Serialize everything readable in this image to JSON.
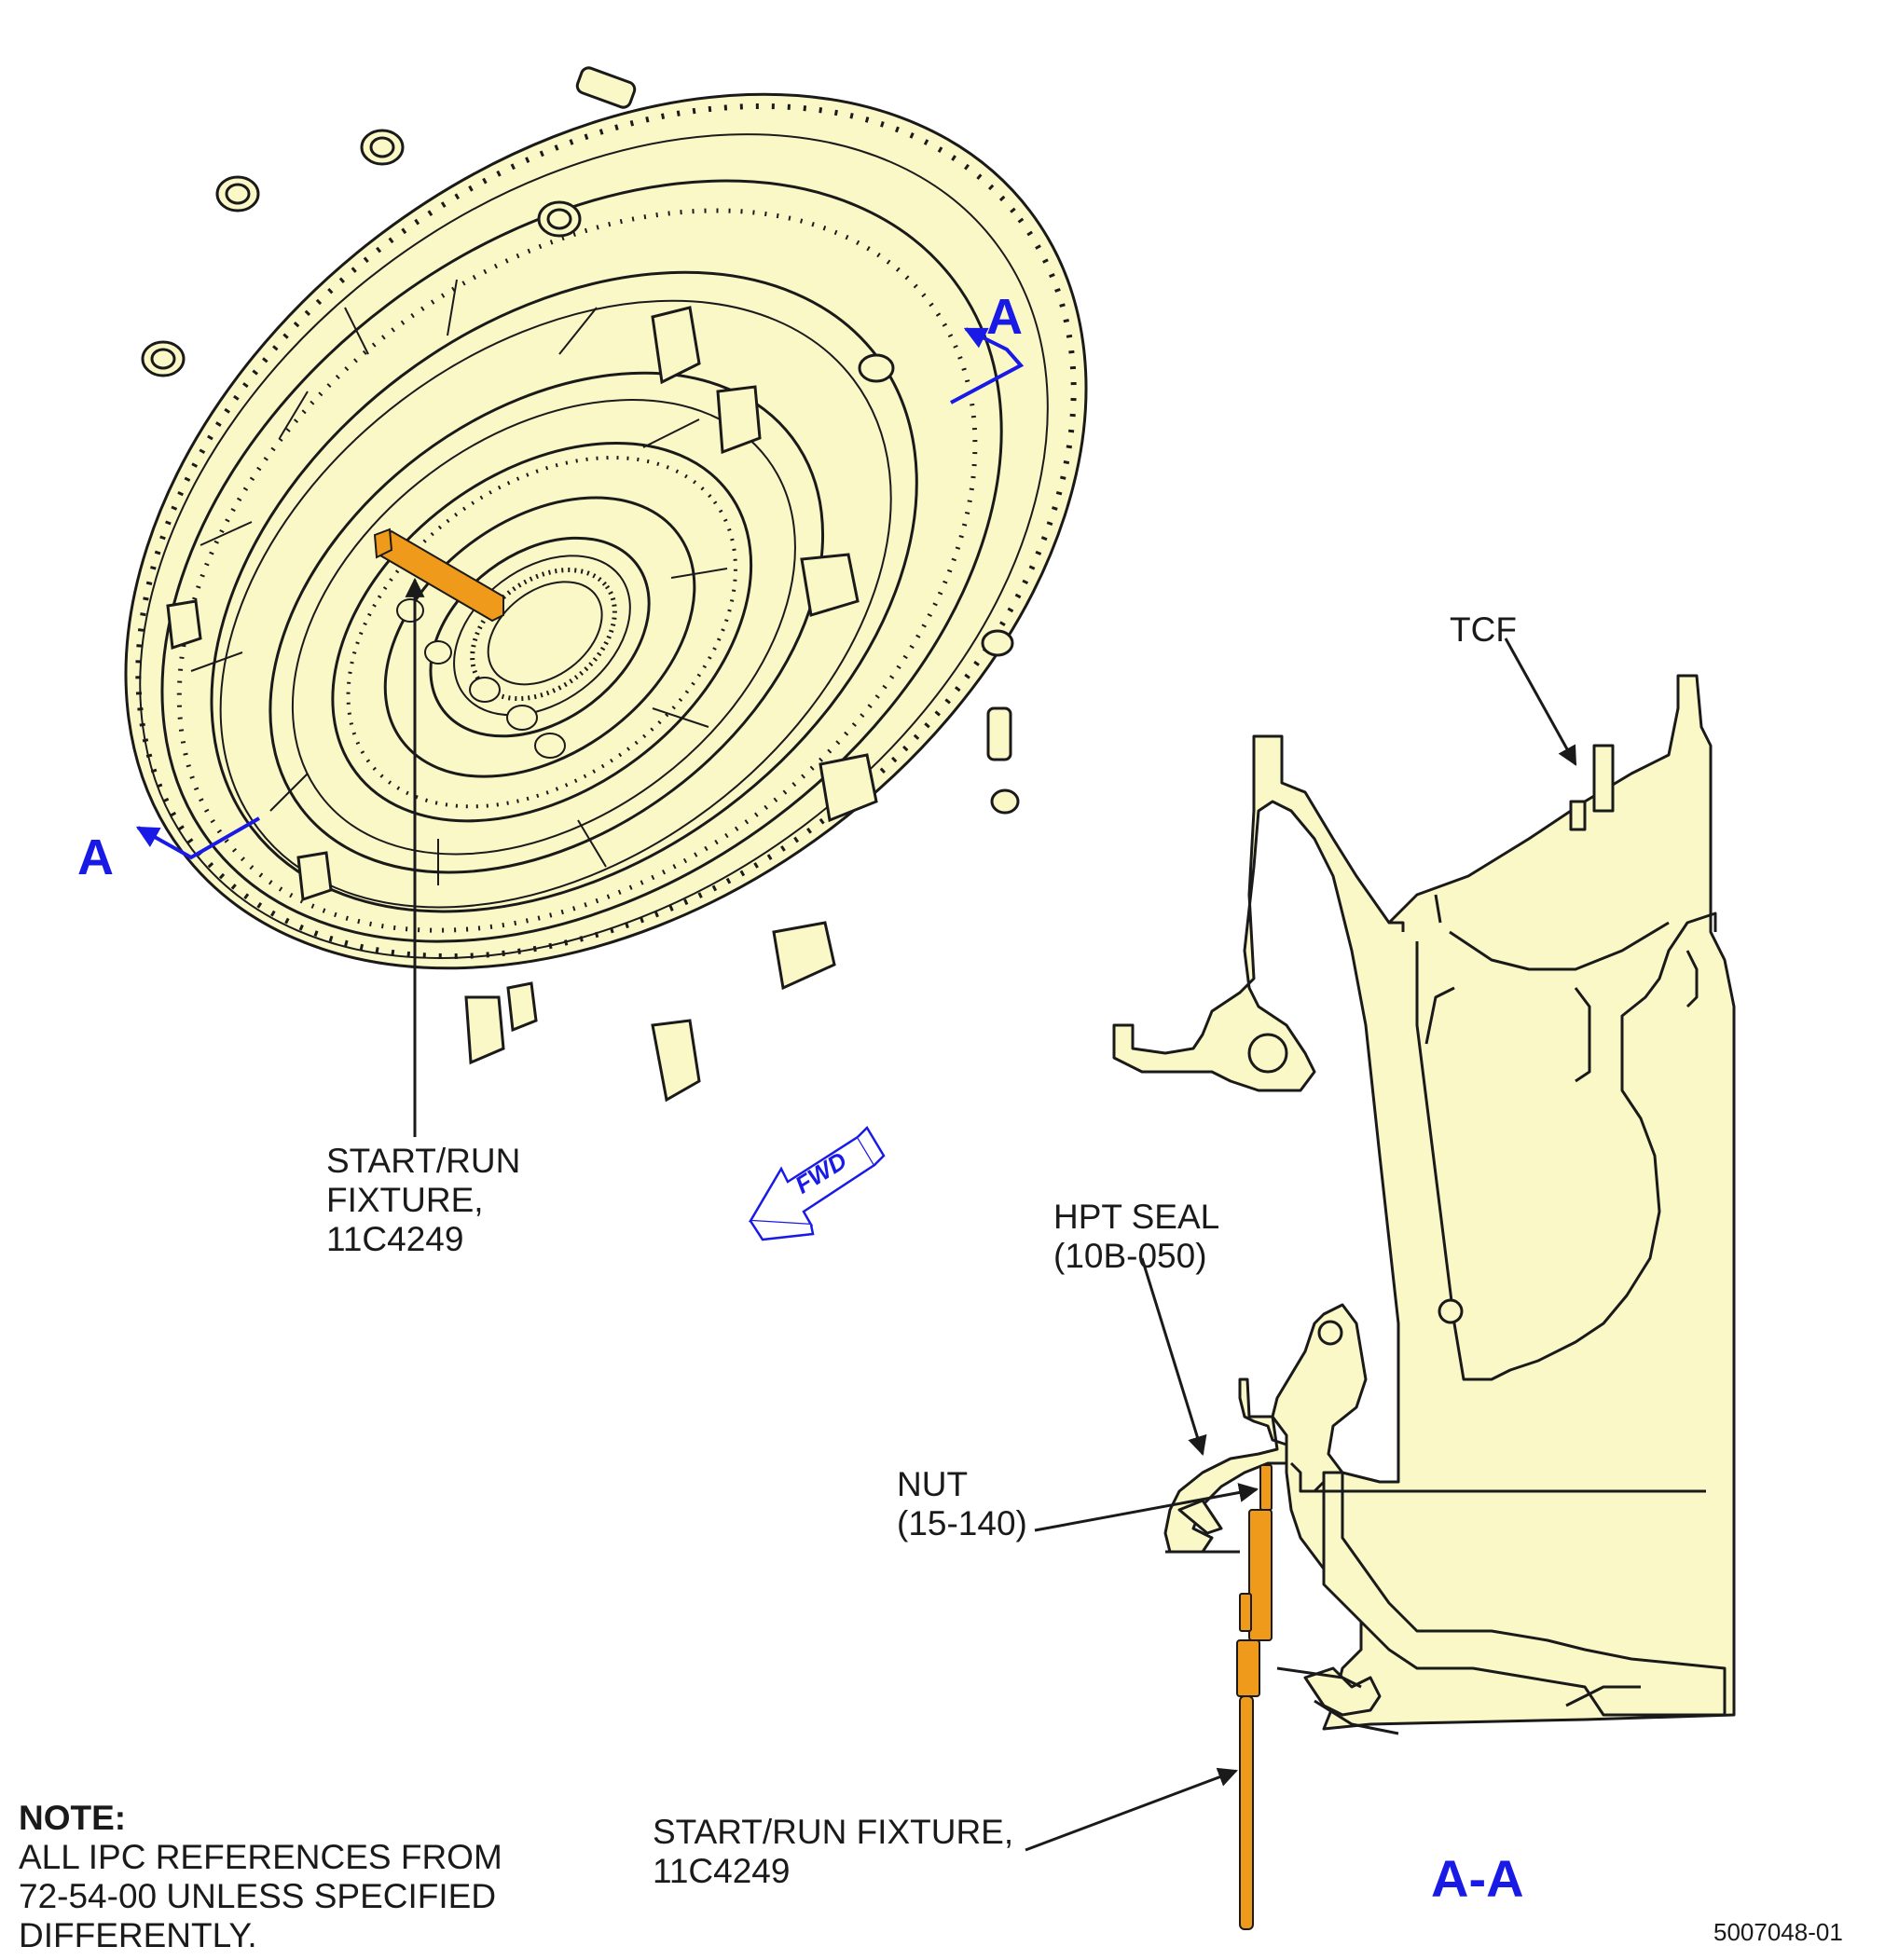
{
  "colors": {
    "part_fill": "#fbf8c8",
    "fixture": "#ef9a1b",
    "section_marker": "#1a1ae6",
    "line": "#1a1a1a"
  },
  "labels": {
    "tcf": "TCF",
    "hpt_seal": [
      "HPT SEAL",
      "(10B-050)"
    ],
    "nut": [
      "NUT",
      "(15-140)"
    ],
    "fixture_iso": [
      "START/RUN",
      "FIXTURE,",
      "11C4249"
    ],
    "fixture_section": [
      "START/RUN FIXTURE,",
      "11C4249"
    ],
    "section_letter": "A",
    "section_view": "A-A",
    "fwd": "FWD"
  },
  "note": {
    "title": "NOTE:",
    "lines": [
      "ALL IPC REFERENCES FROM",
      "72-54-00 UNLESS SPECIFIED",
      "DIFFERENTLY."
    ]
  },
  "figure_id": "5007048-01"
}
